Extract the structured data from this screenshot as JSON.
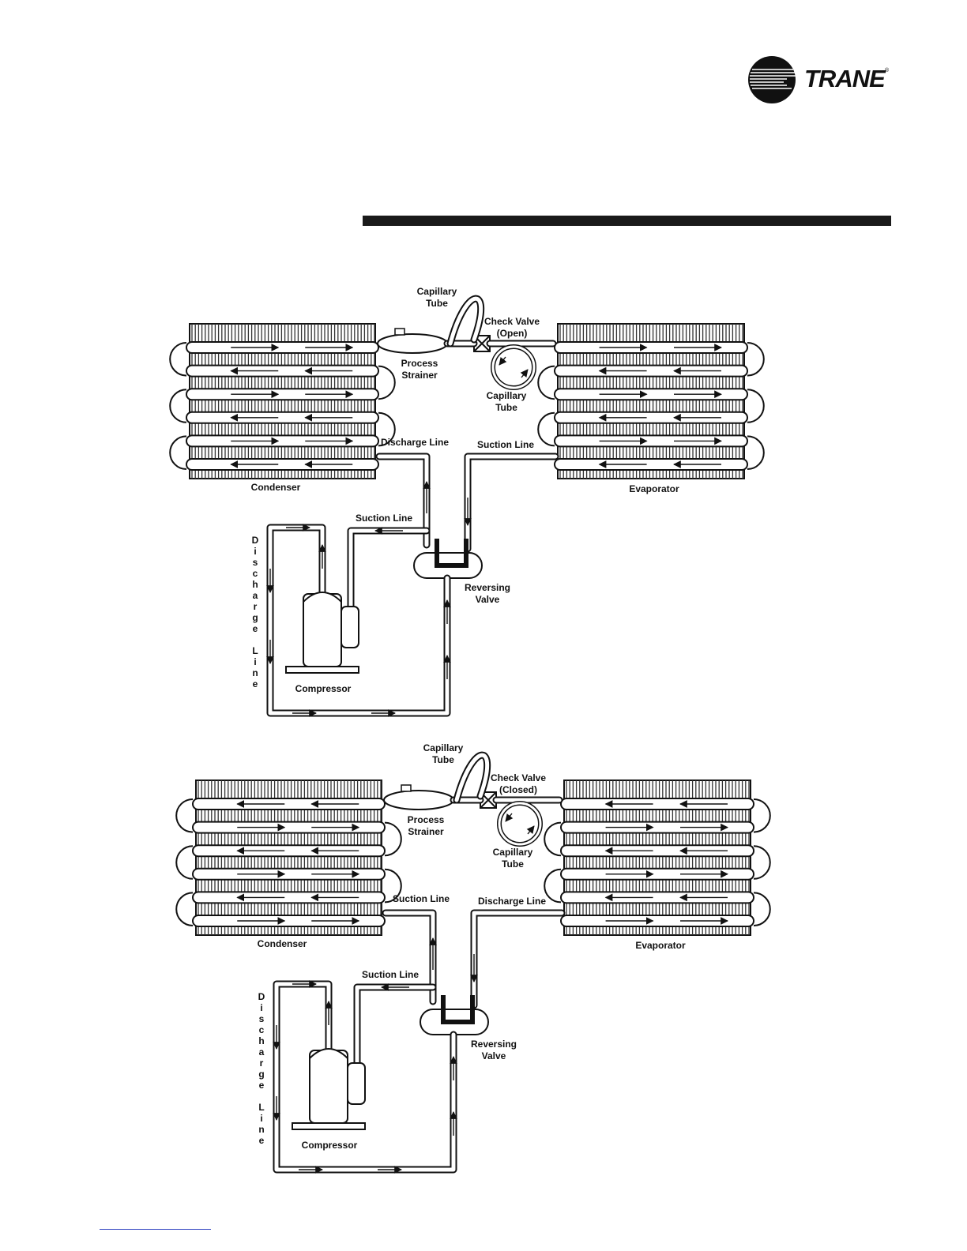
{
  "brand": {
    "name": "TRANE",
    "registered": "®"
  },
  "diagrams": [
    {
      "mode_note": "",
      "labels": {
        "capillary_tube_top": [
          "Capillary",
          "Tube"
        ],
        "check_valve": [
          "Check Valve",
          "(Open)"
        ],
        "process_strainer": [
          "Process",
          "Strainer"
        ],
        "capillary_tube_coil": [
          "Capillary",
          "Tube"
        ],
        "left_line": "Discharge Line",
        "right_line": "Suction Line",
        "condenser": "Condenser",
        "evaporator": "Evaporator",
        "suction_line": "Suction Line",
        "reversing_valve": [
          "Reversing",
          "Valve"
        ],
        "vertical_line": "Discharge Line",
        "compressor": "Compressor"
      }
    },
    {
      "mode_note": "",
      "labels": {
        "capillary_tube_top": [
          "Capillary",
          "Tube"
        ],
        "check_valve": [
          "Check Valve",
          "(Closed)"
        ],
        "process_strainer": [
          "Process",
          "Strainer"
        ],
        "capillary_tube_coil": [
          "Capillary",
          "Tube"
        ],
        "left_line": "Suction Line",
        "right_line": "Discharge Line",
        "condenser": "Condenser",
        "evaporator": "Evaporator",
        "suction_line": "Suction Line",
        "reversing_valve": [
          "Reversing",
          "Valve"
        ],
        "vertical_line": "Discharge Line",
        "compressor": "Compressor"
      }
    }
  ],
  "colors": {
    "ink": "#111111",
    "fin": "#333333",
    "link": "#2b3fc0"
  }
}
